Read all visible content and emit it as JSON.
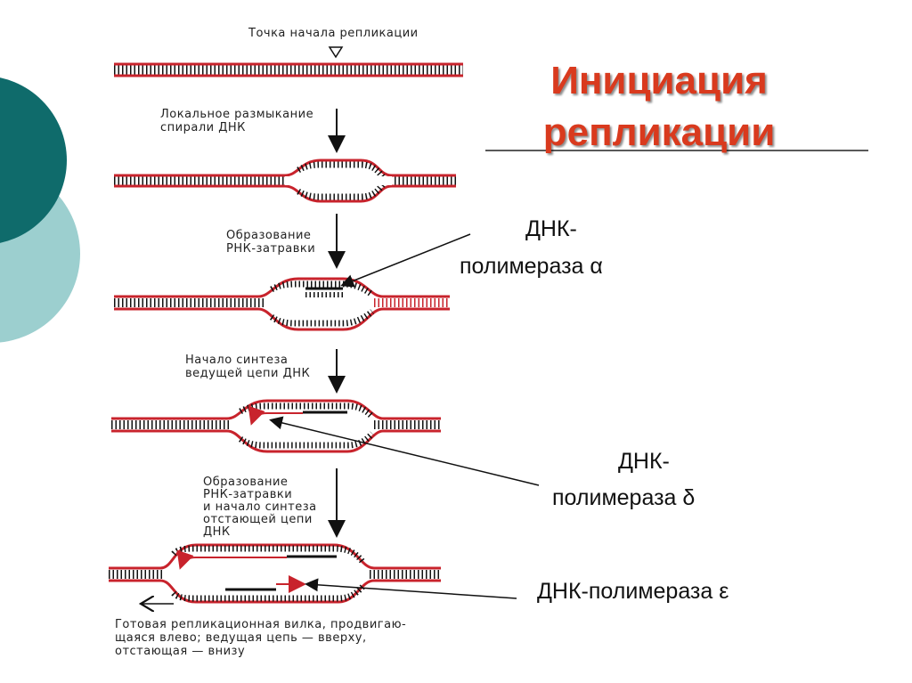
{
  "title": {
    "line1": "Инициация",
    "line2": "репликации"
  },
  "labels": {
    "pol_alpha_1": "ДНК-",
    "pol_alpha_2": "полимераза α",
    "pol_delta_1": "ДНК-",
    "pol_delta_2": "полимераза δ",
    "pol_epsilon": "ДНК-полимераза ε"
  },
  "captions": {
    "origin": "Точка начала репликации",
    "step1_1": "Локальное размыкание",
    "step1_2": "спирали ДНК",
    "step2_1": "Образование",
    "step2_2": "РНК-затравки",
    "step3_1": "Начало синтеза",
    "step3_2": "ведущей цепи ДНК",
    "step4_1": "Образование",
    "step4_2": "РНК-затравки",
    "step4_3": "и начало синтеза",
    "step4_4": "отстающей цепи",
    "step4_5": "ДНК",
    "final_1": "Готовая репликационная вилка, продвигаю-",
    "final_2": "щаяся влево; ведущая цепь — вверху,",
    "final_3": "отстающая — внизу"
  },
  "colors": {
    "title": "#d93a1e",
    "strand": "#c8232c",
    "teal_dark": "#0f6b6b",
    "teal_light": "#9ccfcf"
  }
}
